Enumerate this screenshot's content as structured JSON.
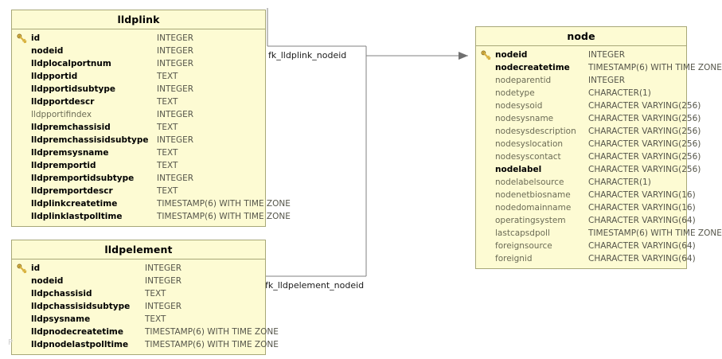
{
  "diagram": {
    "type": "entity-relationship-diagram",
    "background": "#ffffff",
    "entity_fill": "#fdfbd3",
    "entity_border": "#a8a878",
    "line_color": "#808080",
    "watermark": "P"
  },
  "entities": [
    {
      "id": "lldplink",
      "title": "lldplink",
      "columns": [
        {
          "name": "id",
          "type": "INTEGER",
          "pk": true,
          "required": true
        },
        {
          "name": "nodeid",
          "type": "INTEGER",
          "pk": false,
          "required": true
        },
        {
          "name": "lldplocalportnum",
          "type": "INTEGER",
          "pk": false,
          "required": true
        },
        {
          "name": "lldpportid",
          "type": "TEXT",
          "pk": false,
          "required": true
        },
        {
          "name": "lldpportidsubtype",
          "type": "INTEGER",
          "pk": false,
          "required": true
        },
        {
          "name": "lldpportdescr",
          "type": "TEXT",
          "pk": false,
          "required": true
        },
        {
          "name": "lldpportifindex",
          "type": "INTEGER",
          "pk": false,
          "required": false
        },
        {
          "name": "lldpremchassisid",
          "type": "TEXT",
          "pk": false,
          "required": true
        },
        {
          "name": "lldpremchassisidsubtype",
          "type": "INTEGER",
          "pk": false,
          "required": true
        },
        {
          "name": "lldpremsysname",
          "type": "TEXT",
          "pk": false,
          "required": true
        },
        {
          "name": "lldpremportid",
          "type": "TEXT",
          "pk": false,
          "required": true
        },
        {
          "name": "lldpremportidsubtype",
          "type": "INTEGER",
          "pk": false,
          "required": true
        },
        {
          "name": "lldpremportdescr",
          "type": "TEXT",
          "pk": false,
          "required": true
        },
        {
          "name": "lldplinkcreatetime",
          "type": "TIMESTAMP(6) WITH TIME ZONE",
          "pk": false,
          "required": true
        },
        {
          "name": "lldplinklastpolltime",
          "type": "TIMESTAMP(6) WITH TIME ZONE",
          "pk": false,
          "required": true
        }
      ]
    },
    {
      "id": "lldpelement",
      "title": "lldpelement",
      "columns": [
        {
          "name": "id",
          "type": "INTEGER",
          "pk": true,
          "required": true
        },
        {
          "name": "nodeid",
          "type": "INTEGER",
          "pk": false,
          "required": true
        },
        {
          "name": "lldpchassisid",
          "type": "TEXT",
          "pk": false,
          "required": true
        },
        {
          "name": "lldpchassisidsubtype",
          "type": "INTEGER",
          "pk": false,
          "required": true
        },
        {
          "name": "lldpsysname",
          "type": "TEXT",
          "pk": false,
          "required": true
        },
        {
          "name": "lldpnodecreatetime",
          "type": "TIMESTAMP(6) WITH TIME ZONE",
          "pk": false,
          "required": true
        },
        {
          "name": "lldpnodelastpolltime",
          "type": "TIMESTAMP(6) WITH TIME ZONE",
          "pk": false,
          "required": true
        }
      ]
    },
    {
      "id": "node",
      "title": "node",
      "columns": [
        {
          "name": "nodeid",
          "type": "INTEGER",
          "pk": true,
          "required": true
        },
        {
          "name": "nodecreatetime",
          "type": "TIMESTAMP(6) WITH TIME ZONE",
          "pk": false,
          "required": true
        },
        {
          "name": "nodeparentid",
          "type": "INTEGER",
          "pk": false,
          "required": false
        },
        {
          "name": "nodetype",
          "type": "CHARACTER(1)",
          "pk": false,
          "required": false
        },
        {
          "name": "nodesysoid",
          "type": "CHARACTER VARYING(256)",
          "pk": false,
          "required": false
        },
        {
          "name": "nodesysname",
          "type": "CHARACTER VARYING(256)",
          "pk": false,
          "required": false
        },
        {
          "name": "nodesysdescription",
          "type": "CHARACTER VARYING(256)",
          "pk": false,
          "required": false
        },
        {
          "name": "nodesyslocation",
          "type": "CHARACTER VARYING(256)",
          "pk": false,
          "required": false
        },
        {
          "name": "nodesyscontact",
          "type": "CHARACTER VARYING(256)",
          "pk": false,
          "required": false
        },
        {
          "name": "nodelabel",
          "type": "CHARACTER VARYING(256)",
          "pk": false,
          "required": true
        },
        {
          "name": "nodelabelsource",
          "type": "CHARACTER(1)",
          "pk": false,
          "required": false
        },
        {
          "name": "nodenetbiosname",
          "type": "CHARACTER VARYING(16)",
          "pk": false,
          "required": false
        },
        {
          "name": "nodedomainname",
          "type": "CHARACTER VARYING(16)",
          "pk": false,
          "required": false
        },
        {
          "name": "operatingsystem",
          "type": "CHARACTER VARYING(64)",
          "pk": false,
          "required": false
        },
        {
          "name": "lastcapsdpoll",
          "type": "TIMESTAMP(6) WITH TIME ZONE",
          "pk": false,
          "required": false
        },
        {
          "name": "foreignsource",
          "type": "CHARACTER VARYING(64)",
          "pk": false,
          "required": false
        },
        {
          "name": "foreignid",
          "type": "CHARACTER VARYING(64)",
          "pk": false,
          "required": false
        }
      ]
    }
  ],
  "relationships": [
    {
      "id": "fk_lldplink_nodeid",
      "label": "fk_lldplink_nodeid",
      "from": "lldplink",
      "to": "node"
    },
    {
      "id": "fk_lldpelement_nodeid",
      "label": "fk_lldpelement_nodeid",
      "from": "lldpelement",
      "to": "node"
    }
  ]
}
